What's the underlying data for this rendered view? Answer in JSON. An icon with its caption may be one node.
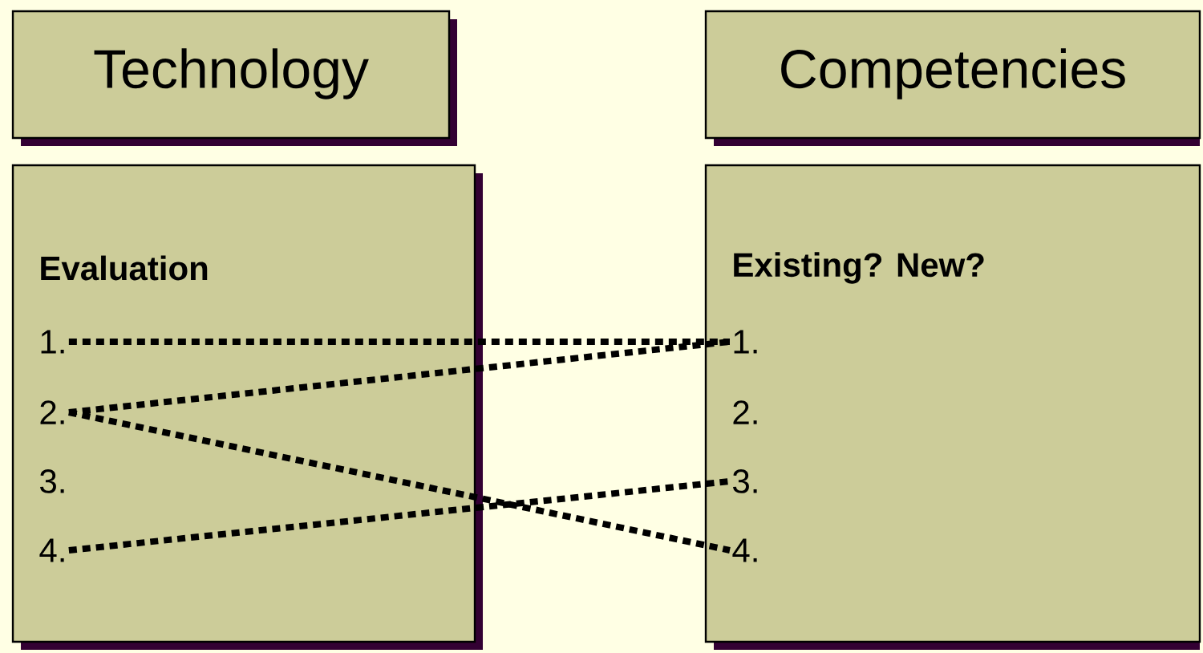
{
  "diagram": {
    "nodes": [
      {
        "text": [
          "Technology"
        ]
      },
      {
        "text": [
          "Competencies"
        ]
      },
      {
        "text": [
          "Evaluation"
        ]
      },
      {
        "text": [
          "1."
        ],
        "in": 2
      },
      {
        "text": [
          "2."
        ],
        "in": 2
      },
      {
        "text": [
          "3."
        ],
        "in": 2
      },
      {
        "text": [
          "4."
        ],
        "in": 2
      },
      {
        "text": [
          "Existing? New?"
        ]
      },
      {
        "text": [
          "1."
        ],
        "in": 7
      },
      {
        "text": [
          "2."
        ],
        "in": 7
      },
      {
        "text": [
          "3."
        ],
        "in": 7
      },
      {
        "text": [
          "4."
        ],
        "in": 7
      }
    ],
    "edges": [
      {
        "from": 3,
        "to": 8,
        "arrow": "none",
        "style": "dashed"
      },
      {
        "from": 4,
        "to": 8,
        "arrow": "none",
        "style": "dashed"
      },
      {
        "from": 4,
        "to": 11,
        "arrow": "none",
        "style": "dashed"
      },
      {
        "from": 6,
        "to": 10,
        "arrow": "none",
        "style": "dashed"
      }
    ]
  }
}
